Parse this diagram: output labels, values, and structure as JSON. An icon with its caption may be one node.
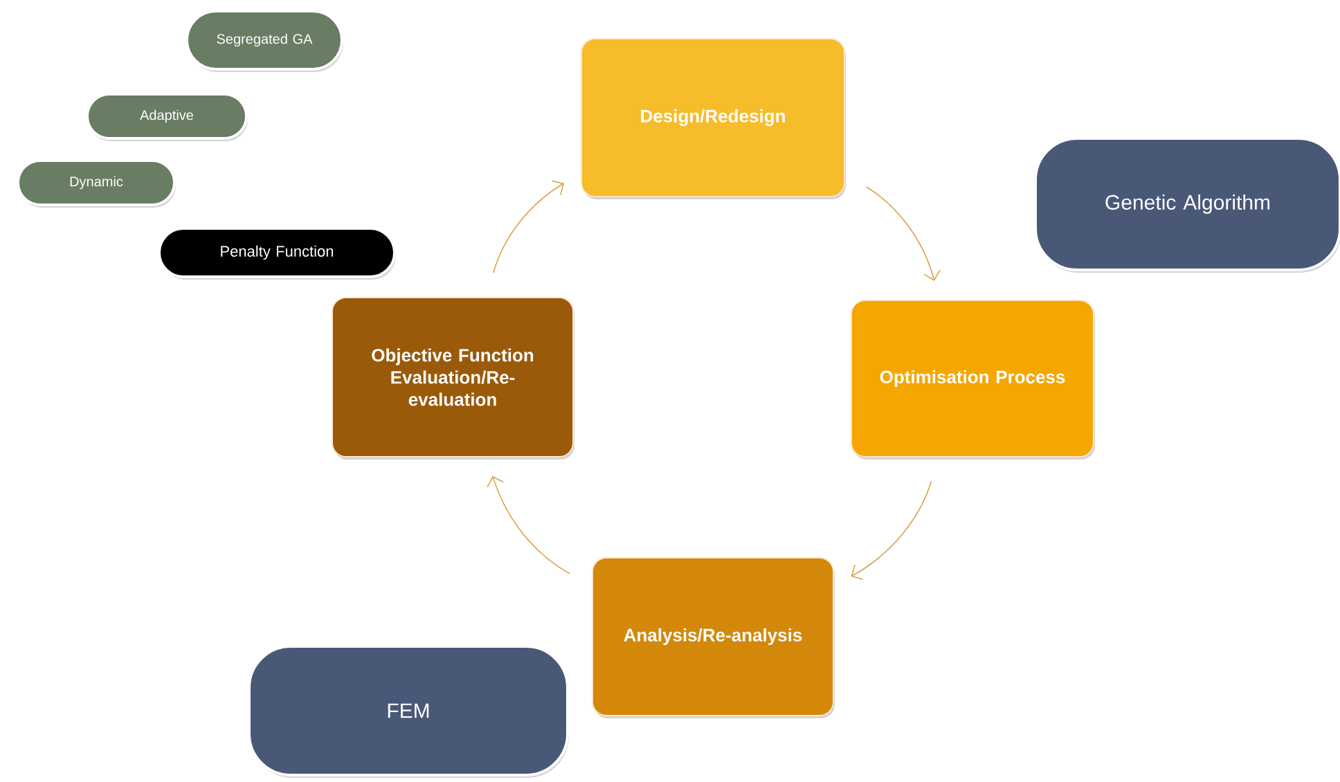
{
  "diagram": {
    "nodes": [
      {
        "text": [
          "Segregated GA"
        ]
      },
      {
        "text": [
          "Design/Redesign"
        ]
      },
      {
        "text": [
          "Adaptive"
        ]
      },
      {
        "text": [
          "Dynamic"
        ]
      },
      {
        "text": [
          "Genetic Algorithm"
        ]
      },
      {
        "text": [
          "Penalty Function"
        ]
      },
      {
        "text": [
          "Objective Function Evaluation/Re-evaluation"
        ]
      },
      {
        "text": [
          "Optimisation Process"
        ]
      },
      {
        "text": [
          "Analysis/Re-analysis"
        ]
      },
      {
        "text": [
          "FEM"
        ]
      }
    ],
    "edges": [
      {
        "from": 1,
        "to": 7,
        "arrow": "to"
      },
      {
        "from": 7,
        "to": 8,
        "arrow": "to"
      },
      {
        "from": 8,
        "to": 6,
        "arrow": "to"
      },
      {
        "from": 6,
        "to": 1,
        "arrow": "to"
      }
    ]
  }
}
